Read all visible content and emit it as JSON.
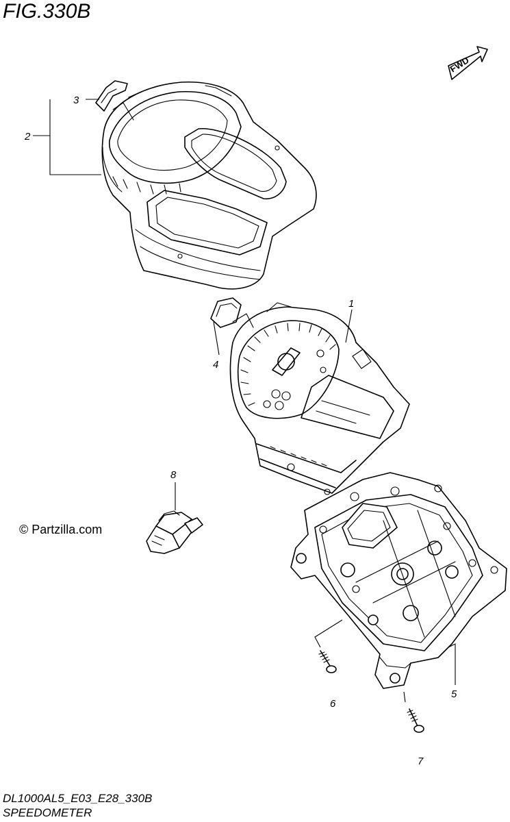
{
  "figure": {
    "title": "FIG.330B",
    "direction_label": "FWD"
  },
  "callouts": [
    "1",
    "2",
    "3",
    "4",
    "5",
    "6",
    "7",
    "8"
  ],
  "watermark": "© Partzilla.com",
  "footer": {
    "model_code": "DL1000AL5_E03_E28_330B",
    "section": "SPEEDOMETER"
  }
}
